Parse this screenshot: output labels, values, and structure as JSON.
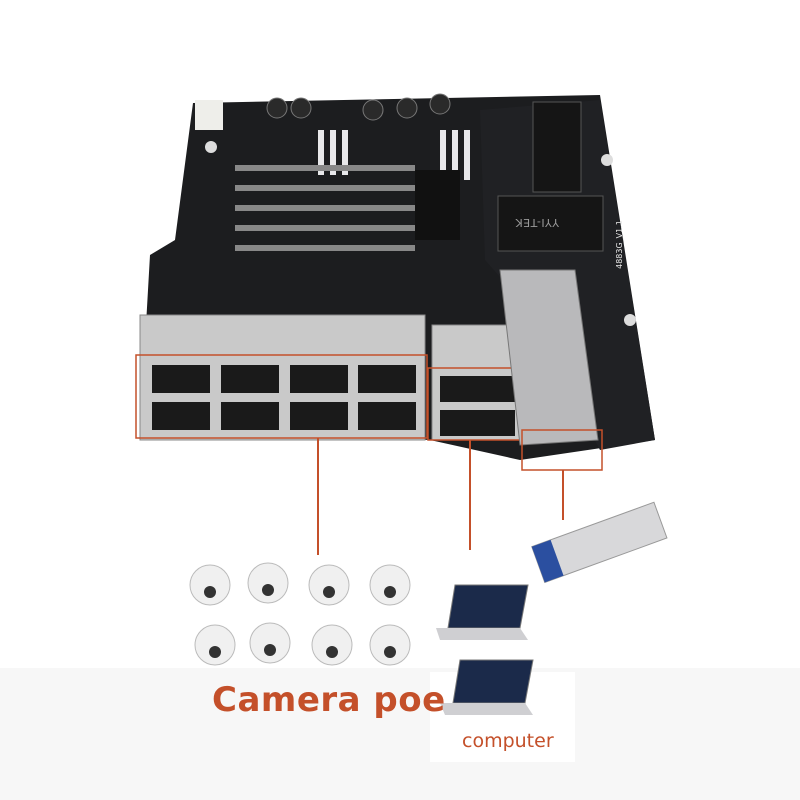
{
  "captions": {
    "camera": "Camera poe",
    "computer": "computer"
  },
  "board": {
    "brand_marking": "YYI-TEK",
    "model_marking": "4883G_V1.1"
  },
  "layout_counts": {
    "poe_ports": 8,
    "uplink_ports": 2,
    "sfp_slots": 1,
    "cameras": 8,
    "laptops": 2
  },
  "colors": {
    "accent_line": "#c4502a",
    "pcb": "#1c1d1f",
    "port_metal": "#c9c9c9",
    "background": "#ffffff"
  }
}
